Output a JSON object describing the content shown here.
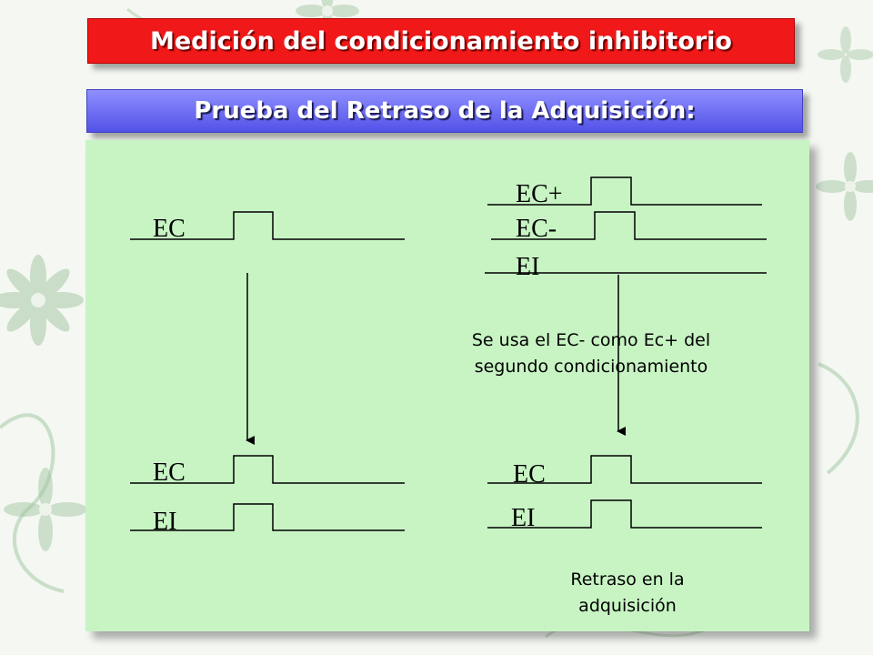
{
  "header": {
    "title": "Medición del condicionamiento inhibitorio",
    "subtitle": "Prueba del Retraso de la Adquisición:"
  },
  "diagram": {
    "top_left": {
      "ec_label": "EC"
    },
    "top_right": {
      "ec_plus_label": "EC+",
      "ec_minus_label": "EC-",
      "ei_label": "EI"
    },
    "bottom_left": {
      "ec_label": "EC",
      "ei_label": "EI"
    },
    "bottom_right": {
      "ec_label": "EC",
      "ei_label": "EI"
    },
    "note_line1": "Se usa el EC- como Ec+ del",
    "note_line2": "segundo condicionamiento",
    "caption_line1": "Retraso en la",
    "caption_line2": "adquisición"
  },
  "colors": {
    "title_banner": "#f01818",
    "subtitle_banner": "#6a6af5",
    "panel": "#c8f4c4",
    "line": "#000000"
  }
}
